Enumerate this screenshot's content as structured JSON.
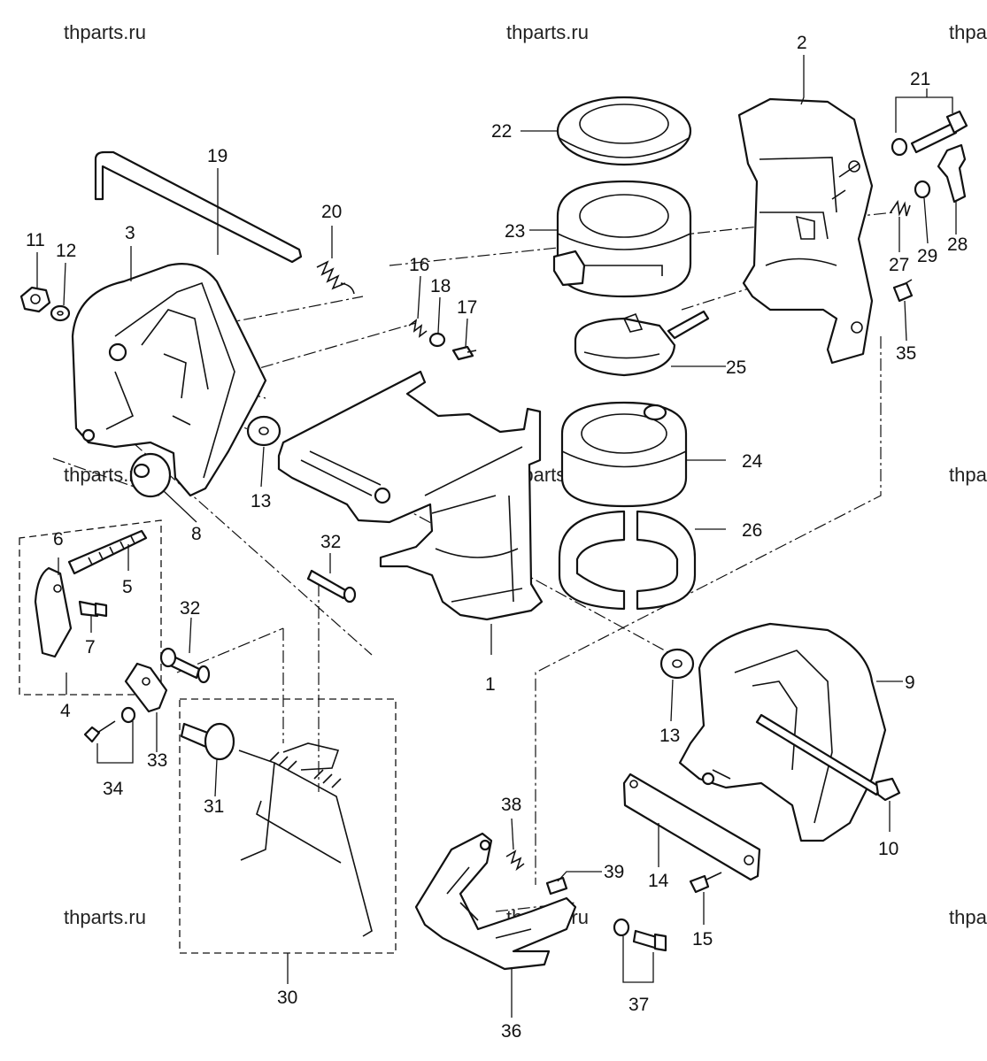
{
  "watermark": "thparts.ru",
  "labels": {
    "l1": "1",
    "l2": "2",
    "l3": "3",
    "l4": "4",
    "l5": "5",
    "l6": "6",
    "l7": "7",
    "l8": "8",
    "l9": "9",
    "l10": "10",
    "l11": "11",
    "l12": "12",
    "l13a": "13",
    "l13b": "13",
    "l14": "14",
    "l15": "15",
    "l16": "16",
    "l17": "17",
    "l18": "18",
    "l19": "19",
    "l20": "20",
    "l21": "21",
    "l22": "22",
    "l23": "23",
    "l24": "24",
    "l25": "25",
    "l26": "26",
    "l27": "27",
    "l28": "28",
    "l29": "29",
    "l30": "30",
    "l31": "31",
    "l32a": "32",
    "l32b": "32",
    "l33": "33",
    "l34": "34",
    "l35": "35",
    "l36": "36",
    "l37": "37",
    "l38": "38",
    "l39": "39"
  }
}
